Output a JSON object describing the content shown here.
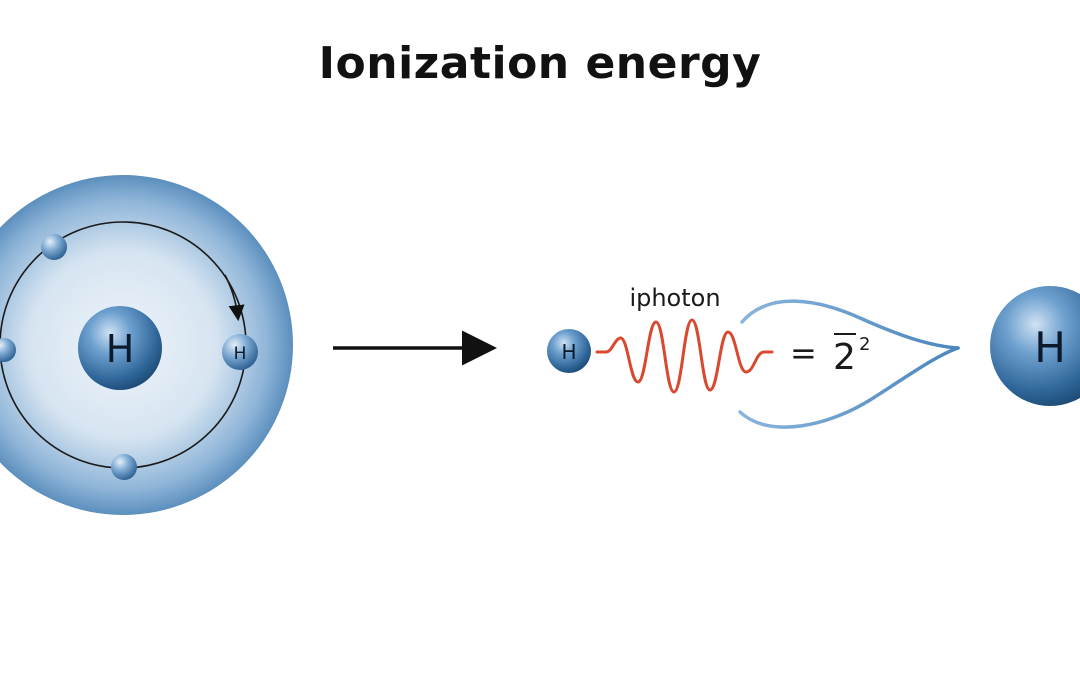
{
  "title": "Ionization energy",
  "atom": {
    "nucleus_label": "H",
    "orbit_electron_label": "H"
  },
  "photon": {
    "label": "iphoton",
    "emitter_label": "H"
  },
  "equation": {
    "equals": "=",
    "base": "2",
    "exponent": "2"
  },
  "ion": {
    "label": "H"
  },
  "colors": {
    "sphere_blue": "#4f86b8",
    "sphere_light": "#dbe8f3",
    "photon_red": "#d9482f",
    "beam_blue": "#5b93c4",
    "arrow": "#111111"
  },
  "icons": [
    "arrow-right-icon",
    "wave-icon"
  ]
}
